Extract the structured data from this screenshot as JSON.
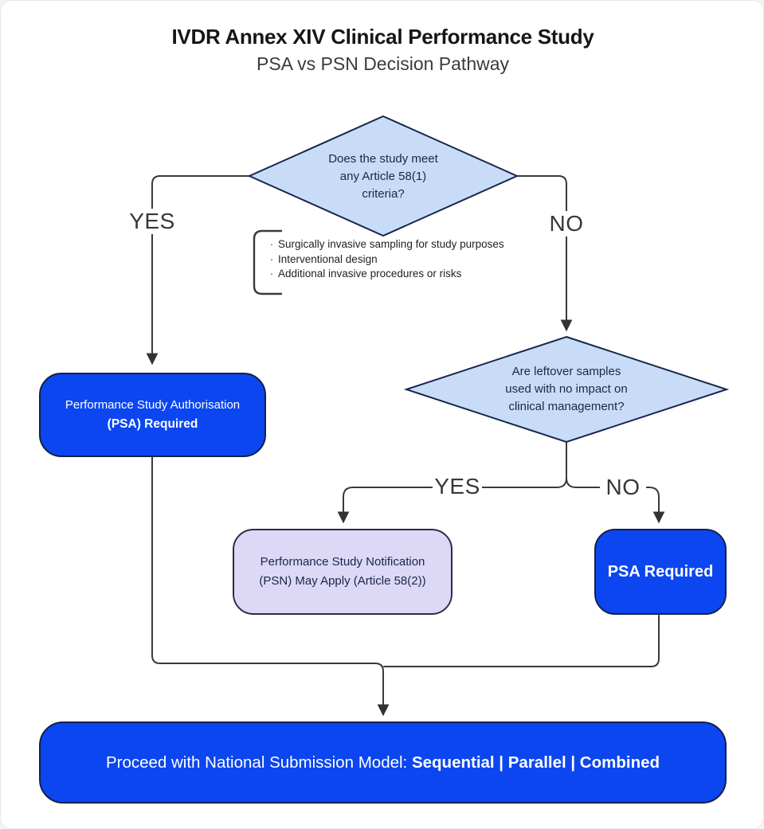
{
  "header": {
    "title": "IVDR Annex XIV Clinical Performance Study",
    "subtitle": "PSA vs PSN Decision Pathway"
  },
  "flowchart": {
    "decision1": {
      "lines": [
        "Does the study meet",
        "any Article 58(1)",
        "criteria?"
      ],
      "label_yes": "YES",
      "label_no": "NO"
    },
    "criteria_note": {
      "items": [
        "Surgically invasive sampling for study purposes",
        "Interventional design",
        "Additional invasive procedures or risks"
      ]
    },
    "decision2": {
      "lines": [
        "Are leftover samples",
        "used with no impact on",
        "clinical management?"
      ],
      "label_yes": "YES",
      "label_no": "NO"
    },
    "psa_box": {
      "line1": "Performance Study Authorisation",
      "line2": "(PSA) Required"
    },
    "psn_box": {
      "line1": "Performance Study Notification",
      "line2": "(PSN) May Apply (Article 58(2))"
    },
    "psa_required_box": {
      "label": "PSA Required"
    },
    "final_box": {
      "prefix": "Proceed with National Submission Model: ",
      "bold_text": "Sequential | Parallel | Combined"
    }
  },
  "colors": {
    "accent_blue": "#0b46f0",
    "node_border": "#14204a",
    "diamond_fill": "#c9dcf7",
    "diamond_border": "#17264a",
    "diamond_text": "#19264a",
    "lavender_fill": "#dcd8f5",
    "lavender_border": "#2b2b4b",
    "edge_color": "#3a3a3a",
    "label_color": "#383838"
  }
}
